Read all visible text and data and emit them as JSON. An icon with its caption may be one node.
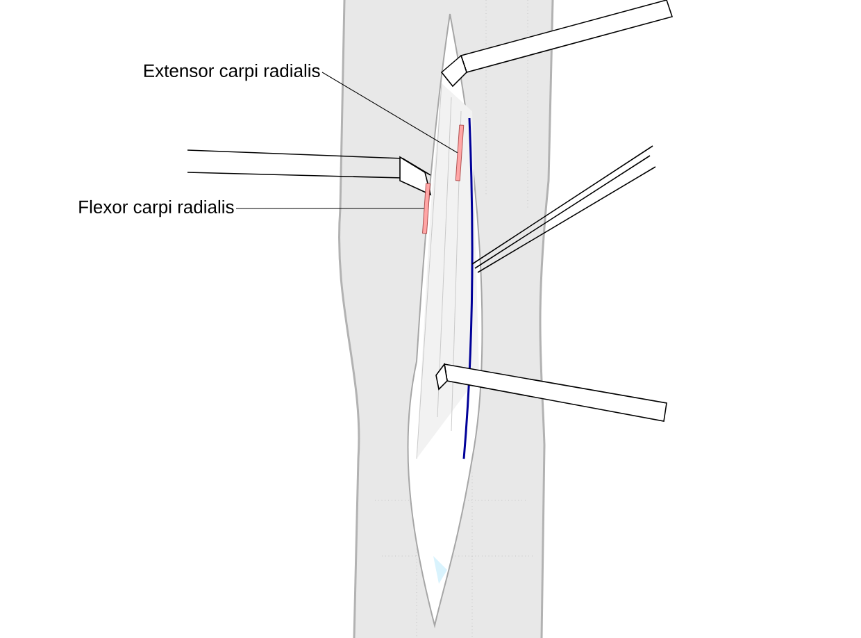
{
  "diagram": {
    "nodes": [
      {
        "text": [
          "Extensor carpi radialis"
        ]
      },
      {
        "text": [
          "Flexor carpi radialis"
        ]
      },
      {
        "text": [],
        "shape": "picture"
      },
      {
        "text": [],
        "shape": "picture"
      }
    ],
    "edges": [
      {
        "from": 0,
        "to": 2,
        "arrow": "none"
      },
      {
        "from": 1,
        "to": 3,
        "arrow": "none"
      }
    ]
  }
}
